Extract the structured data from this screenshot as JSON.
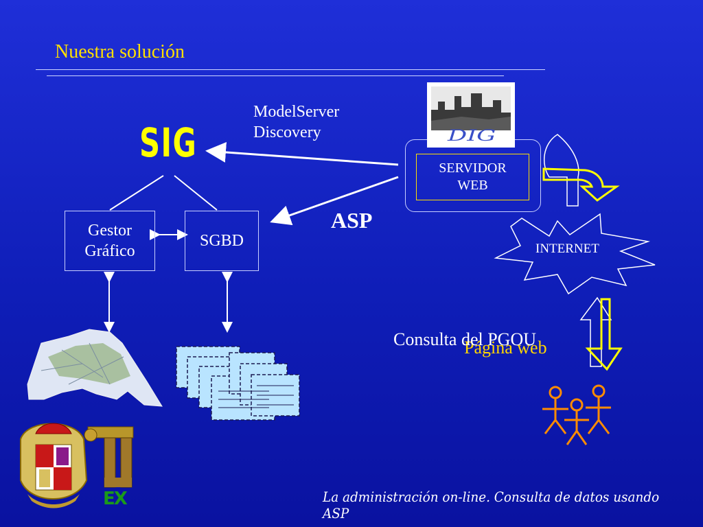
{
  "slide": {
    "title": "Nuestra solución",
    "footer": "La administración on-line. Consulta de datos usando ASP"
  },
  "diagram": {
    "modelserver_line1": "ModelServer",
    "modelserver_line2": "Discovery",
    "sig": "SIG",
    "gestor_line1": "Gestor",
    "gestor_line2": "Gráfico",
    "sgbd": "SGBD",
    "asp": "ASP",
    "servidor_line1": "SERVIDOR",
    "servidor_line2": "WEB",
    "photo_caption": "DIG",
    "internet": "INTERNET",
    "consulta": "Consulta del PGOU",
    "pagina_web": "Página web",
    "logo_text": "EX"
  },
  "colors": {
    "background": "#1428c8",
    "title": "#ffe000",
    "accent_yellow": "#ffff00",
    "people": "#ff8c00"
  }
}
